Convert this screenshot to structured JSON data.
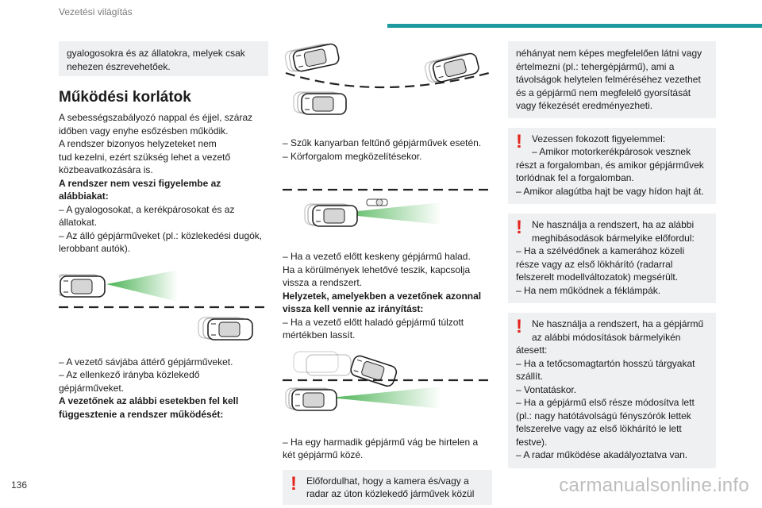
{
  "header": {
    "title": "Vezetési világítás"
  },
  "footer": {
    "page_number": "136",
    "watermark": "carmanualsonline.info"
  },
  "colors": {
    "accent": "#1c9aa0",
    "warning": "#e4261f",
    "box_bg": "#eef0f1",
    "beam": "#5cb85c"
  },
  "col1": {
    "intro_box": "gyalogosokra és az állatokra, melyek csak nehezen észrevehetőek.",
    "heading": "Működési korlátok",
    "p1": [
      "A sebességszabályozó nappal és éjjel, száraz",
      "időben vagy enyhe esőzésben működik.",
      "A rendszer bizonyos helyzeteket nem",
      "tud kezelni, ezért szükség lehet a vezető",
      "közbeavatkozására is."
    ],
    "bold1": [
      "A rendszer nem veszi figyelembe az",
      "alábbiakat:"
    ],
    "p2": [
      "–  A gyalogosokat, a kerékpárosokat és az",
      "állatokat.",
      "–  Az álló gépjárműveket (pl.: közlekedési dugók,",
      "lerobbant autók)."
    ],
    "p3": [
      "–  A vezető sávjába áttérő gépjárműveket.",
      "–  Az ellenkező irányba közlekedő",
      "gépjárműveket."
    ],
    "bold2": [
      "A vezetőnek az alábbi esetekben fel kell",
      "függesztenie a rendszer működését:"
    ]
  },
  "col2": {
    "p1": [
      "–  Szűk kanyarban feltűnő gépjárművek esetén.",
      "–  Körforgalom megközelítésekor."
    ],
    "p2": [
      "–  Ha a vezető előtt keskeny gépjármű halad.",
      "Ha a körülmények lehetővé teszik, kapcsolja",
      "vissza a rendszert."
    ],
    "bold1": [
      "Helyzetek, amelyekben a vezetőnek azonnal",
      "vissza kell vennie az irányítást:"
    ],
    "p3": [
      "–  Ha a vezető előtt haladó gépjármű túlzott",
      "mértékben lassít."
    ],
    "p4": [
      "–  Ha egy harmadik gépjármű vág be hirtelen a",
      "két gépjármű közé."
    ],
    "warn1": [
      "Előfordulhat, hogy a kamera és/vagy a",
      "radar az úton közlekedő járművek közül"
    ]
  },
  "col3": {
    "box1": [
      "néhányat nem képes megfelelően látni vagy",
      "értelmezni (pl.: tehergépjármű), ami a",
      "távolságok helytelen felméréséhez vezethet",
      "és a gépjármű nem megfelelő gyorsítását",
      "vagy fékezését eredményezheti."
    ],
    "warn1": [
      "Vezessen fokozott figyelemmel:",
      "–  Amikor motorkerékpárosok vesznek",
      "részt a forgalomban, és amikor gépjárművek",
      "torlódnak fel a forgalomban.",
      "–  Amikor alagútba hajt be vagy hídon hajt át."
    ],
    "warn2": [
      "Ne használja a rendszert, ha az alábbi",
      "meghibásodások bármelyike előfordul:",
      "–  Ha a szélvédőnek a kamerához közeli",
      "része vagy az első lökhárító (radarral",
      "felszerelt modellváltozatok) megsérült.",
      "–  Ha nem működnek a féklámpák."
    ],
    "warn3": [
      "Ne használja a rendszert, ha a gépjármű",
      "az alábbi módosítások bármelyikén",
      "átesett:",
      "–  Ha a tetőcsomagtartón hosszú tárgyakat",
      "szállít.",
      "–  Vontatáskor.",
      "–  Ha a gépjármű első része módosítva lett",
      "(pl.: nagy hatótávolságú fényszórók lettek",
      "felszerelve vagy az első lökhárító le lett",
      "festve).",
      "–  A radar működése akadályoztatva van."
    ]
  }
}
